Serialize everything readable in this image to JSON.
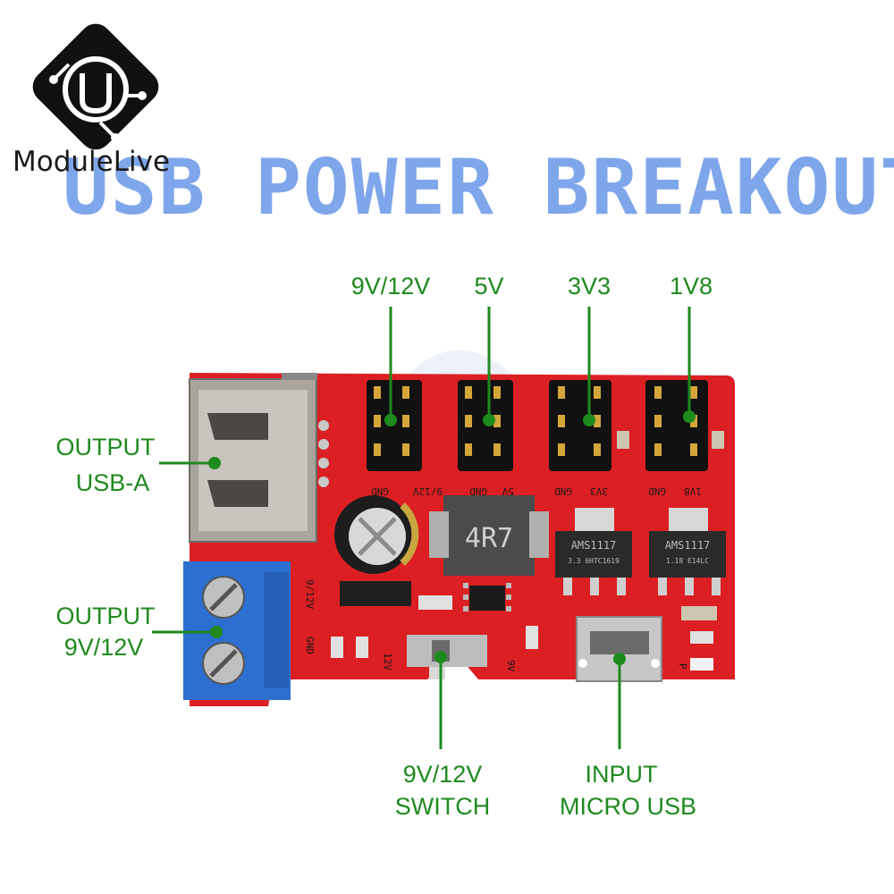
{
  "brand": {
    "name": "ModuleLive"
  },
  "title": "USB POWER BREAKOUT",
  "labels": {
    "header_9v12v": "9V/12V",
    "header_5v": "5V",
    "header_3v3": "3V3",
    "header_1v8": "1V8",
    "output_usba_line1": "OUTPUT",
    "output_usba_line2": "USB-A",
    "output_terminal_line1": "OUTPUT",
    "output_terminal_line2": "9V/12V",
    "switch_line1": "9V/12V",
    "switch_line2": "SWITCH",
    "input_line1": "INPUT",
    "input_line2": "MICRO USB"
  },
  "silkscreen": {
    "pin_9v12v": "9/12V",
    "gnd": "GND",
    "pin_5v": "5V",
    "pin_3v3": "3V3",
    "pin_1v8": "1V8",
    "inductor": "4R7",
    "reg_3v3_line1": "AMS1117",
    "reg_3v3_line2": "3.3 6HTC1619",
    "reg_1v8_line1": "AMS1117",
    "reg_1v8_line2": "1.18 E14LC",
    "term_9v12v": "9/12V",
    "term_gnd": "GND",
    "sw_12v": "12V",
    "sw_9v": "9V",
    "led_p": "P"
  },
  "colors": {
    "title": "#7ea6ea",
    "callout": "#1e8a1e",
    "pcb": "#dc1f22",
    "terminal": "#2c6fd0",
    "header_pins": "#d4a63a"
  }
}
